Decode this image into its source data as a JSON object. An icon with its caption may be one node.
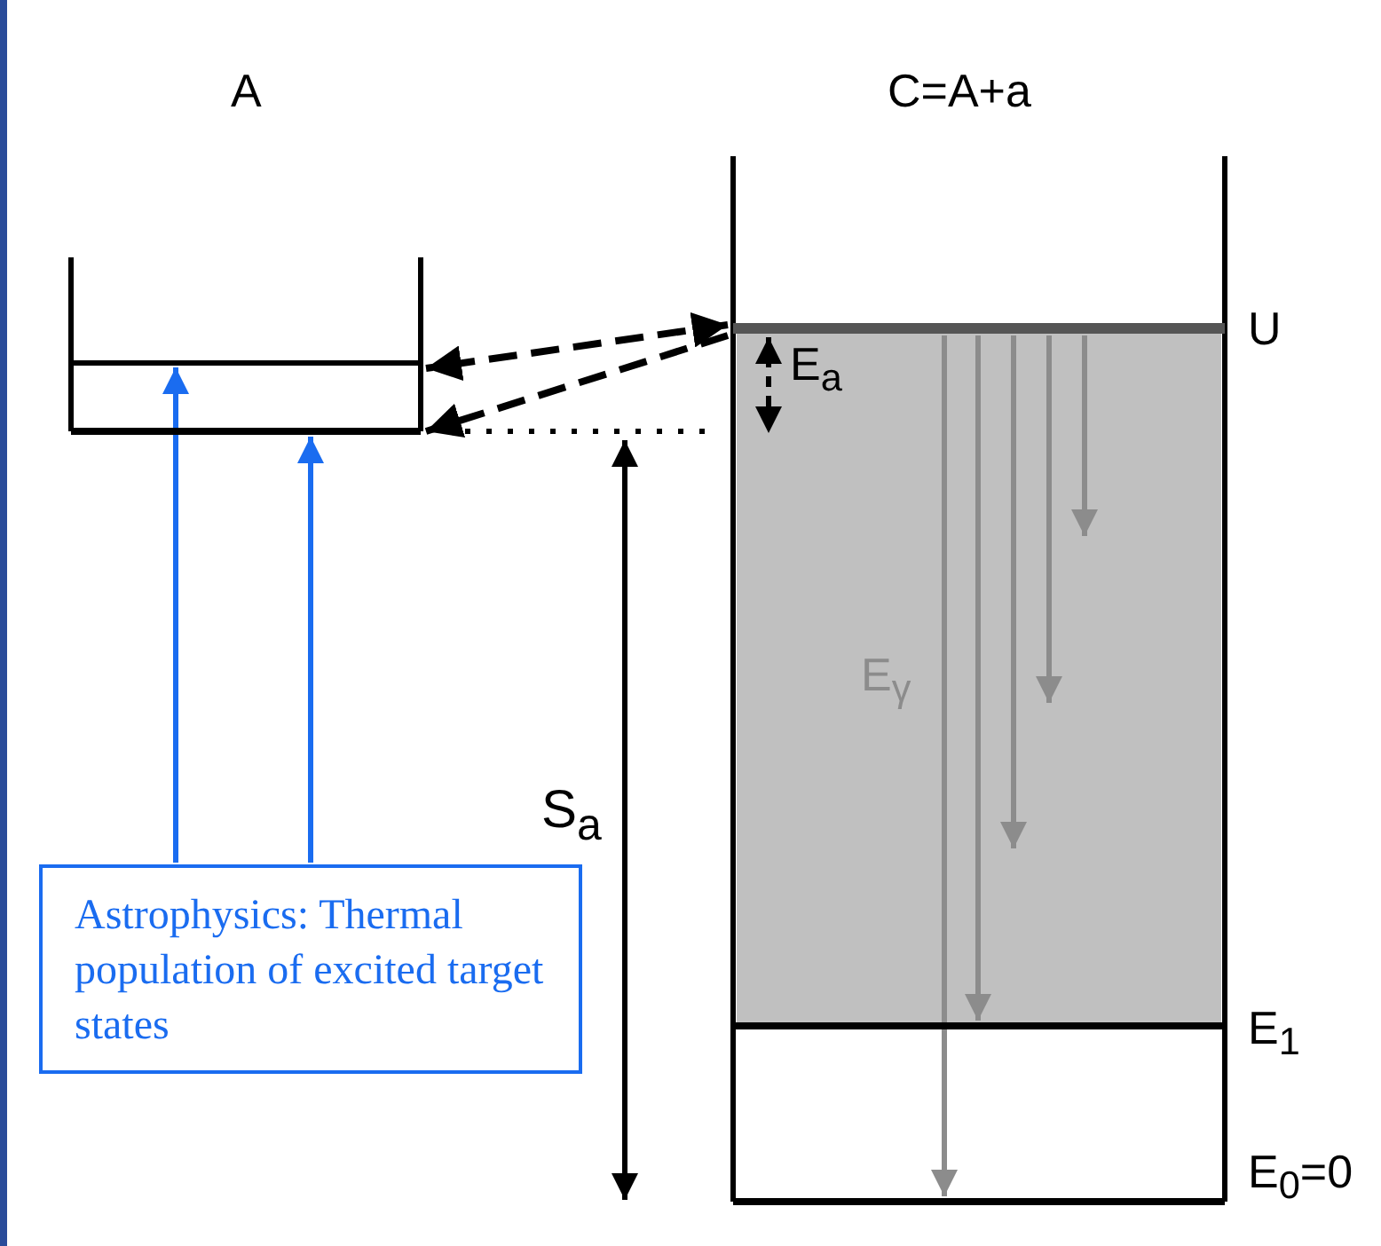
{
  "diagram": {
    "nodes": [
      {
        "text": [
          "Astrophysics: Thermal population of excited target states"
        ]
      },
      {
        "text": [],
        "shape": "bar"
      },
      {
        "text": [],
        "shape": "bar"
      },
      {
        "text": [],
        "shape": "bar",
        "beside": [
          "U"
        ]
      },
      {
        "text": [],
        "shape": "bar",
        "beside": [
          "E$_{1}$"
        ]
      },
      {
        "text": [],
        "shape": "bar",
        "beside": [
          "E$_{0}$=0"
        ]
      }
    ],
    "edges": [
      {
        "from": 0,
        "to": 1,
        "arrow": "to",
        "color": "#1a6cf0"
      },
      {
        "from": 0,
        "to": 2,
        "arrow": "to",
        "color": "#1a6cf0"
      },
      {
        "from": 3,
        "to": 1,
        "arrow": "both",
        "style": "dashed",
        "color": "#000000"
      },
      {
        "from": 3,
        "to": 2,
        "arrow": "to",
        "style": "dashed",
        "color": "#000000"
      },
      {
        "from": 3,
        "to": 5,
        "arrow": "to"
      },
      {
        "from": 3,
        "to": 4,
        "arrow": "to"
      },
      {
        "from": 3,
        "to": null,
        "arrow": "to"
      },
      {
        "from": 3,
        "to": null,
        "arrow": "to"
      },
      {
        "from": 3,
        "to": null,
        "arrow": "to"
      }
    ],
    "labels": [
      "A",
      "C=A+a",
      "E$_{a}$",
      "S$_{a}$",
      "E$_{γ}$"
    ]
  }
}
